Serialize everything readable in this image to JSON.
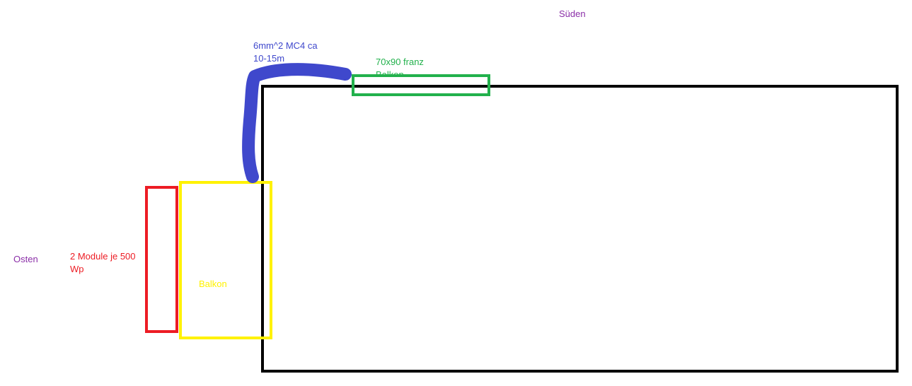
{
  "colors": {
    "compass": "#8b2fa8",
    "building": "#000000",
    "cable": "#3f48cc",
    "window": "#22b14c",
    "modules": "#ed1c24",
    "balcony": "#fff200"
  },
  "compass": {
    "south": "Süden",
    "east": "Osten"
  },
  "cable": {
    "line1": "6mm^2 MC4 ca",
    "line2": "10-15m"
  },
  "window": {
    "line1": "70x90 franz",
    "line2": "Balkon"
  },
  "modules": {
    "line1": "2 Module je 500",
    "line2": "Wp"
  },
  "balcony": {
    "label": "Balkon"
  }
}
